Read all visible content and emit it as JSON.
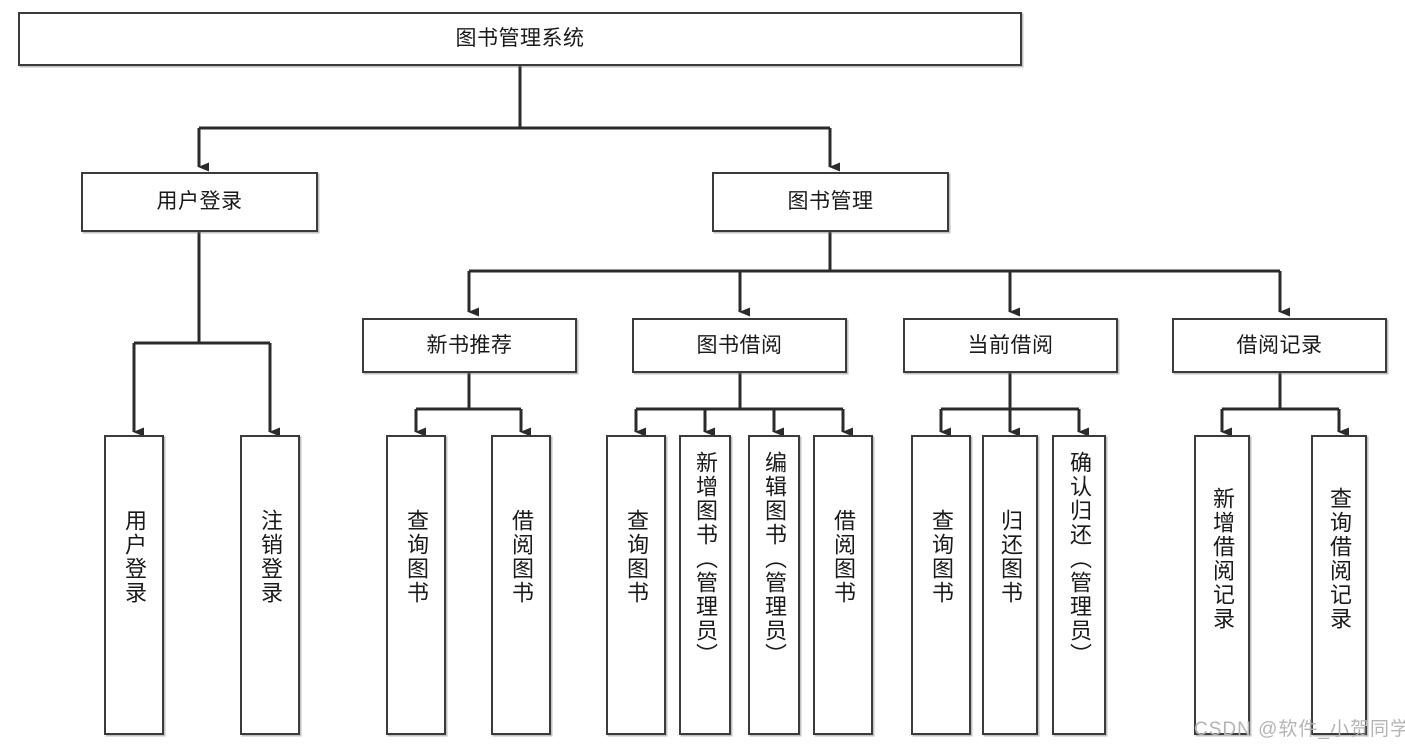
{
  "diagram": {
    "type": "tree",
    "title": "图书管理系统",
    "orientation": "top-down",
    "line_color": "#3b3b3b",
    "box_fill": "#ffffff",
    "text_color": "#1a1a1a",
    "root": {
      "id": "root",
      "label": "图书管理系统"
    },
    "level2": [
      {
        "id": "user-login",
        "label": "用户登录"
      },
      {
        "id": "book-manage",
        "label": "图书管理"
      }
    ],
    "level3": [
      {
        "id": "new-book-rec",
        "label": "新书推荐",
        "parent": "book-manage"
      },
      {
        "id": "book-borrow",
        "label": "图书借阅",
        "parent": "book-manage"
      },
      {
        "id": "current-borrow",
        "label": "当前借阅",
        "parent": "book-manage"
      },
      {
        "id": "borrow-record",
        "label": "借阅记录",
        "parent": "book-manage"
      }
    ],
    "leaves": [
      {
        "id": "leaf-user-login",
        "label": "用户登录",
        "parent": "user-login"
      },
      {
        "id": "leaf-logout",
        "label": "注销登录",
        "parent": "user-login"
      },
      {
        "id": "leaf-query-book-1",
        "label": "查询图书",
        "parent": "new-book-rec"
      },
      {
        "id": "leaf-borrow-book-1",
        "label": "借阅图书",
        "parent": "new-book-rec"
      },
      {
        "id": "leaf-query-book-2",
        "label": "查询图书",
        "parent": "book-borrow"
      },
      {
        "id": "leaf-add-book",
        "label": "新增图书（管理员）",
        "parent": "book-borrow"
      },
      {
        "id": "leaf-edit-book",
        "label": "编辑图书（管理员）",
        "parent": "book-borrow"
      },
      {
        "id": "leaf-borrow-book-2",
        "label": "借阅图书",
        "parent": "book-borrow"
      },
      {
        "id": "leaf-query-book-3",
        "label": "查询图书",
        "parent": "current-borrow"
      },
      {
        "id": "leaf-return-book",
        "label": "归还图书",
        "parent": "current-borrow"
      },
      {
        "id": "leaf-confirm-return",
        "label": "确认归还（管理员）",
        "parent": "current-borrow"
      },
      {
        "id": "leaf-add-record",
        "label": "新增借阅记录",
        "parent": "borrow-record"
      },
      {
        "id": "leaf-query-record",
        "label": "查询借阅记录",
        "parent": "borrow-record"
      }
    ],
    "watermark": "CSDN @软件_小贺同学"
  }
}
